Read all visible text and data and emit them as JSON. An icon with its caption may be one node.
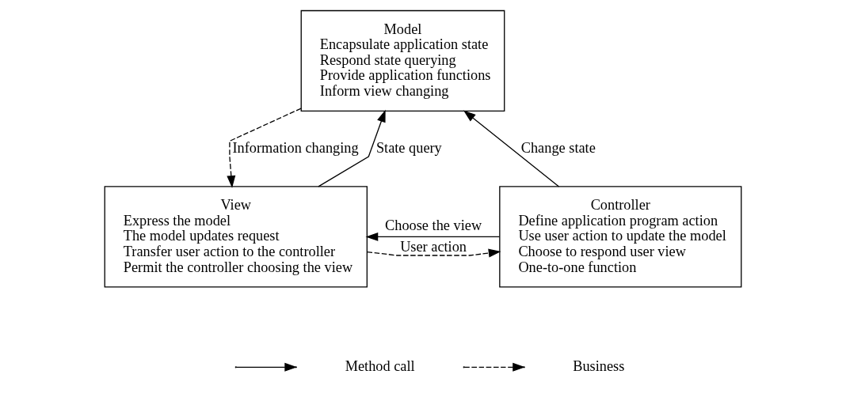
{
  "diagram": {
    "nodes": [
      {
        "text": [
          "Model",
          "Encapsulate application state",
          "Respond state querying",
          "Provide application functions",
          "Inform view changing"
        ]
      },
      {
        "text": [
          "View",
          "Express the model",
          "The model updates request",
          "Transfer user action to the controller",
          "Permit the controller choosing the view"
        ]
      },
      {
        "text": [
          "Controller",
          "Define application program action",
          "Use user action to update the model",
          "Choose to respond user view",
          "One-to-one function"
        ]
      }
    ],
    "edges": [
      {
        "from": 1,
        "to": 0,
        "arrow": "to",
        "label": "State query"
      },
      {
        "from": 0,
        "to": 1,
        "arrow": "to",
        "label": "Information changing",
        "style": "dashed"
      },
      {
        "from": 2,
        "to": 0,
        "arrow": "to",
        "label": "Change state"
      },
      {
        "from": 2,
        "to": 1,
        "arrow": "to",
        "label": "Choose the view"
      },
      {
        "from": 1,
        "to": 2,
        "arrow": "to",
        "label": "User action",
        "style": "dashed"
      }
    ],
    "legend": [
      {
        "text": "Method call"
      },
      {
        "text": "Business"
      }
    ]
  }
}
